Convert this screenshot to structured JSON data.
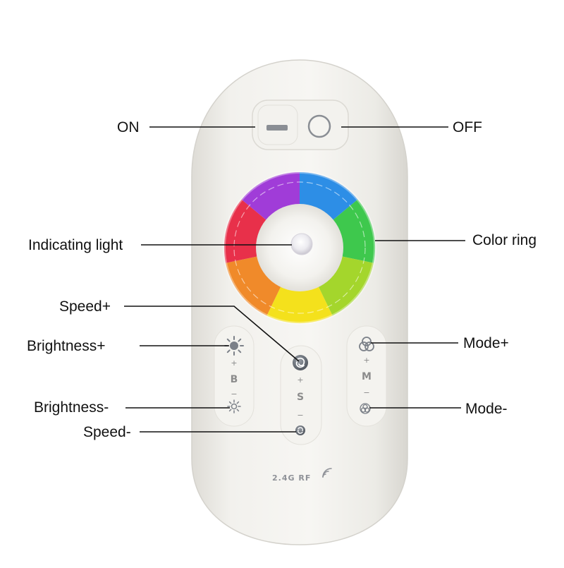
{
  "callouts": {
    "on": "ON",
    "off": "OFF",
    "indicating_light": "Indicating light",
    "color_ring": "Color ring",
    "speed_plus": "Speed+",
    "brightness_plus": "Brightness+",
    "mode_plus": "Mode+",
    "brightness_minus": "Brightness-",
    "mode_minus": "Mode-",
    "speed_minus": "Speed-"
  },
  "remote": {
    "left_column_letter": "B",
    "center_column_letter": "S",
    "right_column_letter": "M",
    "plus_sign": "+",
    "minus_sign": "−",
    "rf_label": "2.4G RF",
    "icons": {
      "on": "minus-bar-icon",
      "off": "circle-icon",
      "brightness_plus": "sun-icon",
      "brightness_minus": "small-sun-icon",
      "speed_plus": "swirl-icon",
      "speed_minus": "swirl-icon",
      "mode_plus": "three-circles-icon",
      "mode_minus": "three-circles-icon",
      "wireless": "wireless-signal-icon"
    }
  },
  "colors": {
    "remote_body": "#f1f0ec",
    "leader_line": "#111111",
    "ring_red": "#e8304a",
    "ring_yellow": "#f4e11c",
    "ring_green": "#3ec84d",
    "ring_blue": "#2d8ee6",
    "ring_violet": "#a03cd8"
  }
}
